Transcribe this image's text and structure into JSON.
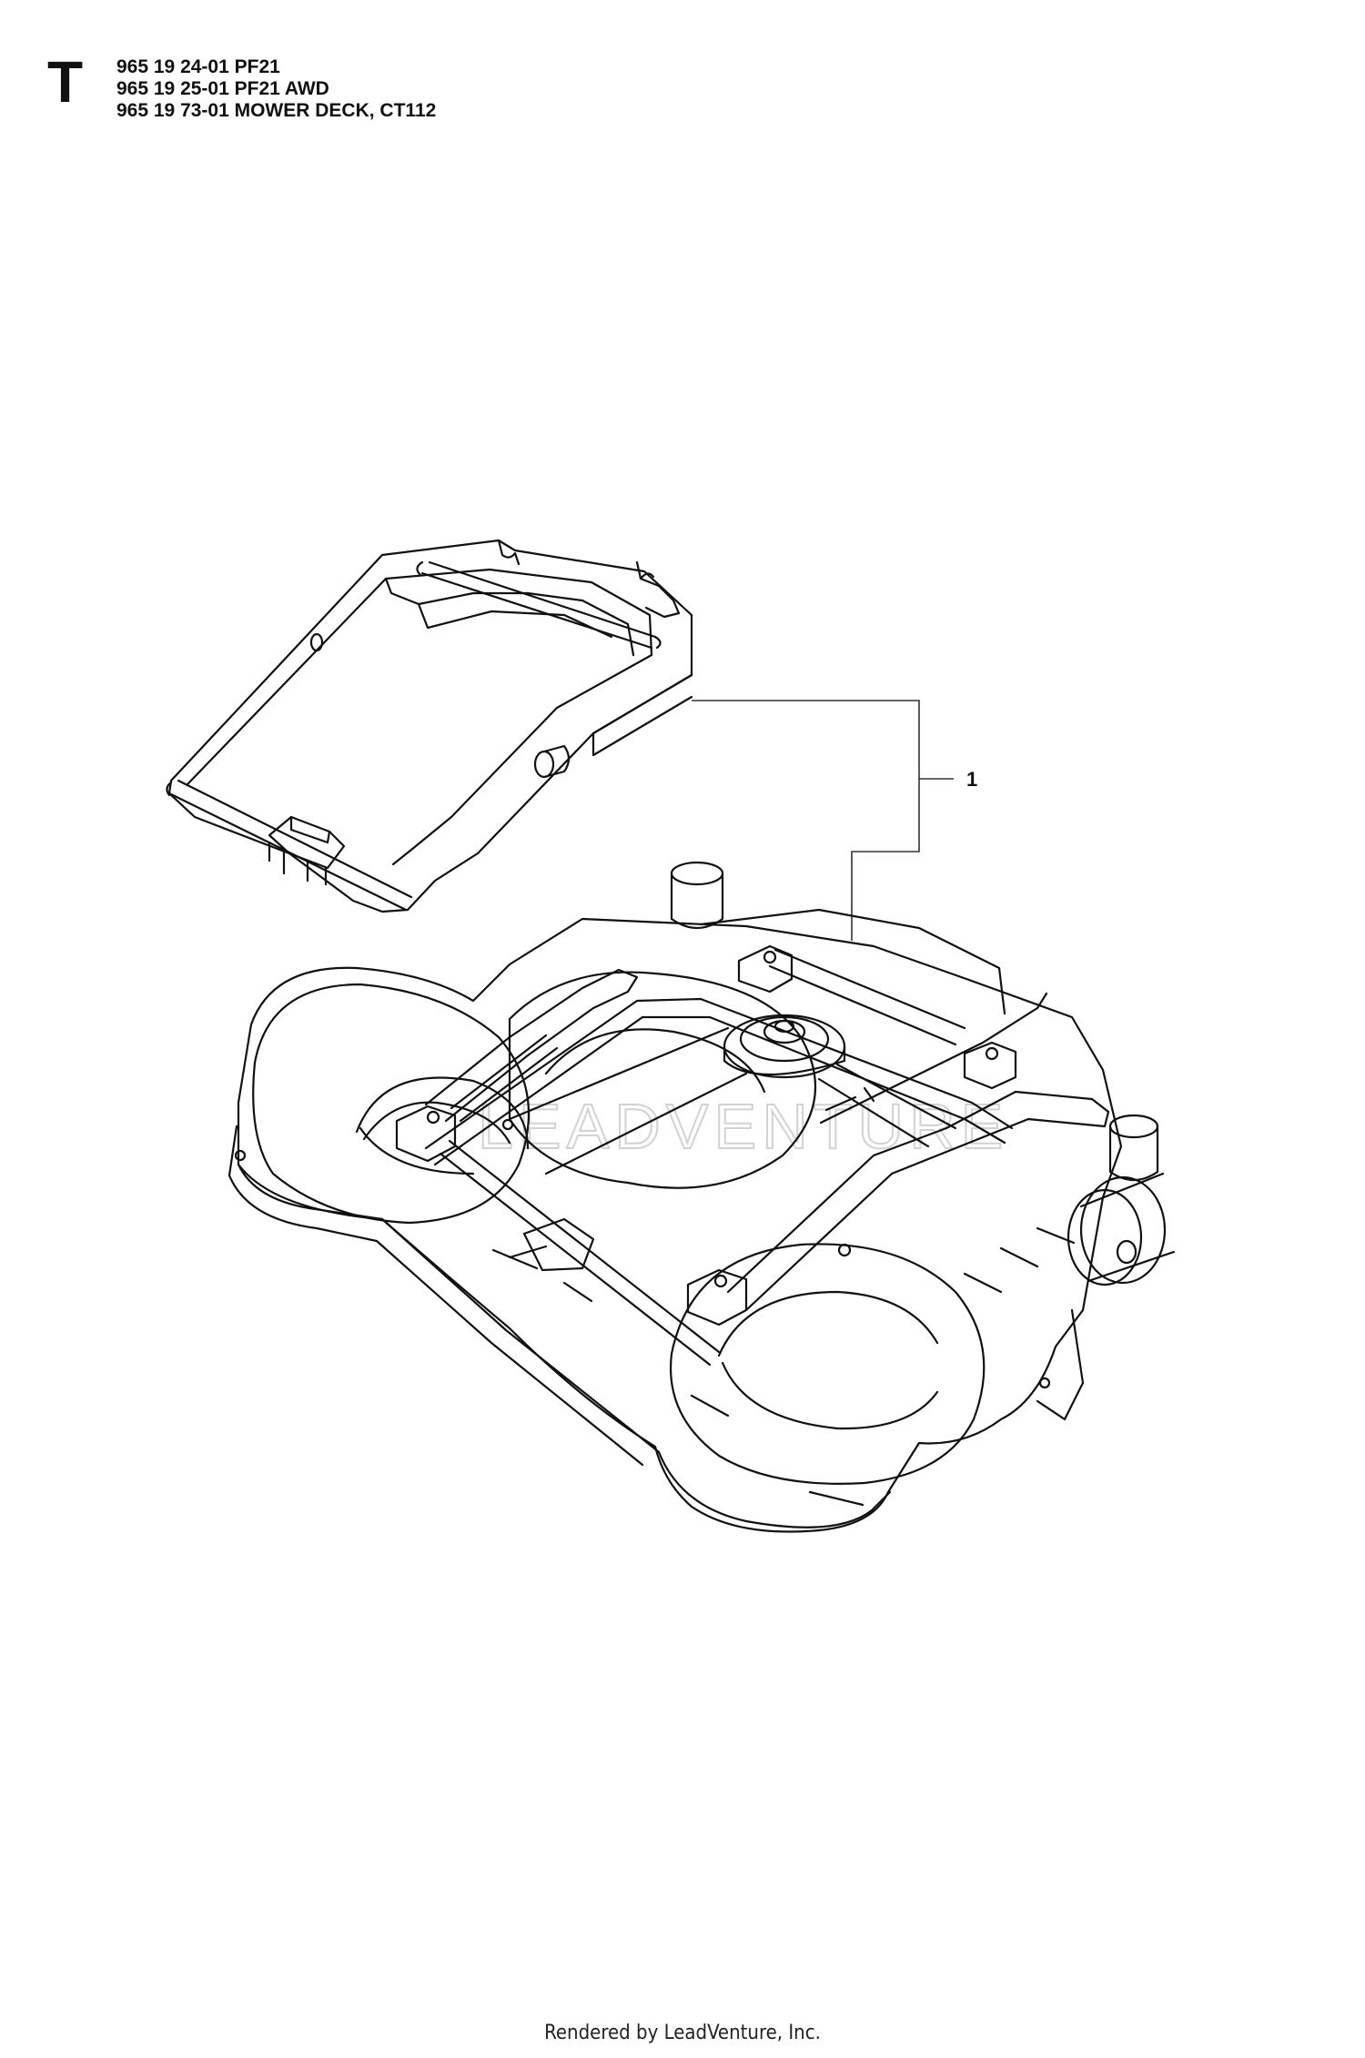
{
  "section": {
    "letter": "T"
  },
  "header": {
    "lines": [
      "965 19 24-01 PF21",
      "965 19 25-01 PF21 AWD",
      "965 19 73-01 MOWER DECK, CT112"
    ]
  },
  "callouts": [
    {
      "label": "1"
    }
  ],
  "watermark": {
    "text": "LEADVENTURE"
  },
  "footer": {
    "text": "Rendered by LeadVenture, Inc."
  }
}
